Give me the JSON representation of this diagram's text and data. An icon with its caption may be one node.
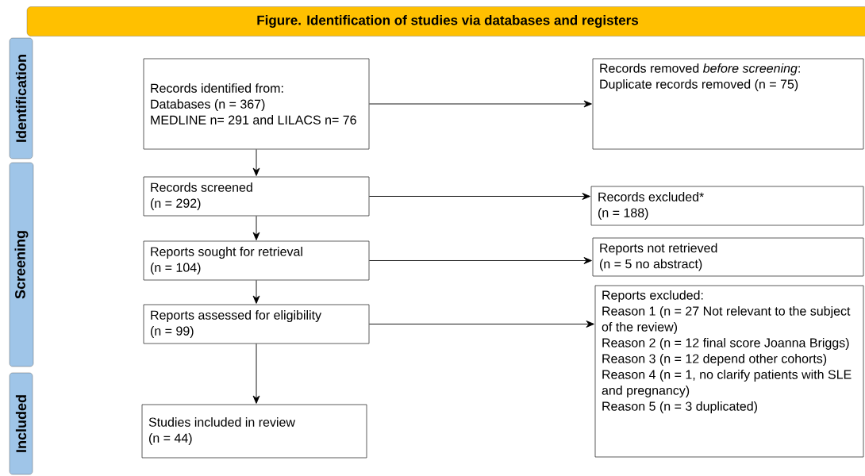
{
  "diagram": {
    "title": "Figure. Identification of studies via databases and registers",
    "nodes": [
      {
        "text": [
          "Identification"
        ]
      },
      {
        "text": [
          "Screening"
        ]
      },
      {
        "text": [
          "Included"
        ]
      },
      {
        "text": [
          "Records identified from:",
          "Databases (n = 367)",
          "MEDLINE n= 291 and LILACS n= 76"
        ]
      },
      {
        "text": [
          "Records removed *before screening*:",
          "Duplicate records removed (n = 75)"
        ]
      },
      {
        "text": [
          "Records screened",
          "(n = 292)"
        ]
      },
      {
        "text": [
          "Records excluded*",
          "(n = 188)"
        ]
      },
      {
        "text": [
          "Reports sought for retrieval",
          "(n = 104)"
        ]
      },
      {
        "text": [
          "Reports not retrieved",
          "(n = 5 no abstract)"
        ]
      },
      {
        "text": [
          "Reports assessed for eligibility",
          "(n = 99)"
        ]
      },
      {
        "text": [
          "Reports excluded:",
          "Reason 1 (n = 27 Not relevant to the subject of the review)",
          "Reason 2 (n = 12 final score Joanna Briggs)",
          "Reason 3 (n = 12 depend other cohorts)",
          "Reason 4 (n = 1, no clarify patients with SLE and pregnancy)",
          "Reason 5 (n = 3 duplicated)"
        ]
      },
      {
        "text": [
          "Studies included in review",
          "(n = 44)"
        ]
      }
    ],
    "edges": [
      {
        "from": 3,
        "to": 4,
        "arrow": "to"
      },
      {
        "from": 3,
        "to": 5,
        "arrow": "to"
      },
      {
        "from": 5,
        "to": 6,
        "arrow": "to"
      },
      {
        "from": 5,
        "to": 7,
        "arrow": "to"
      },
      {
        "from": 7,
        "to": 8,
        "arrow": "to"
      },
      {
        "from": 7,
        "to": 9,
        "arrow": "to"
      },
      {
        "from": 9,
        "to": 10,
        "arrow": "to"
      },
      {
        "from": 9,
        "to": 11,
        "arrow": "to"
      }
    ]
  }
}
